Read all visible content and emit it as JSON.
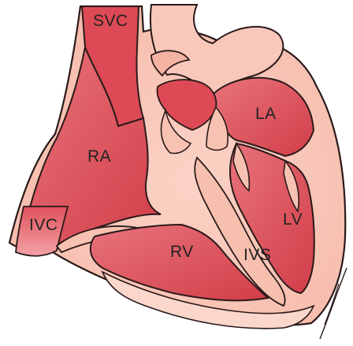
{
  "labels": {
    "svc": "SVC",
    "la": "LA",
    "ra": "RA",
    "lv": "LV",
    "ivc": "IVC",
    "rv": "RV",
    "ivs": "IVS"
  },
  "colors": {
    "chamber_red": "#de4b56",
    "chamber_deep": "#c7353f",
    "tissue_pink": "#f9c5b9",
    "tissue_light": "#fbe0d6",
    "outline": "#2a1a1a",
    "label_text": "#232323"
  }
}
